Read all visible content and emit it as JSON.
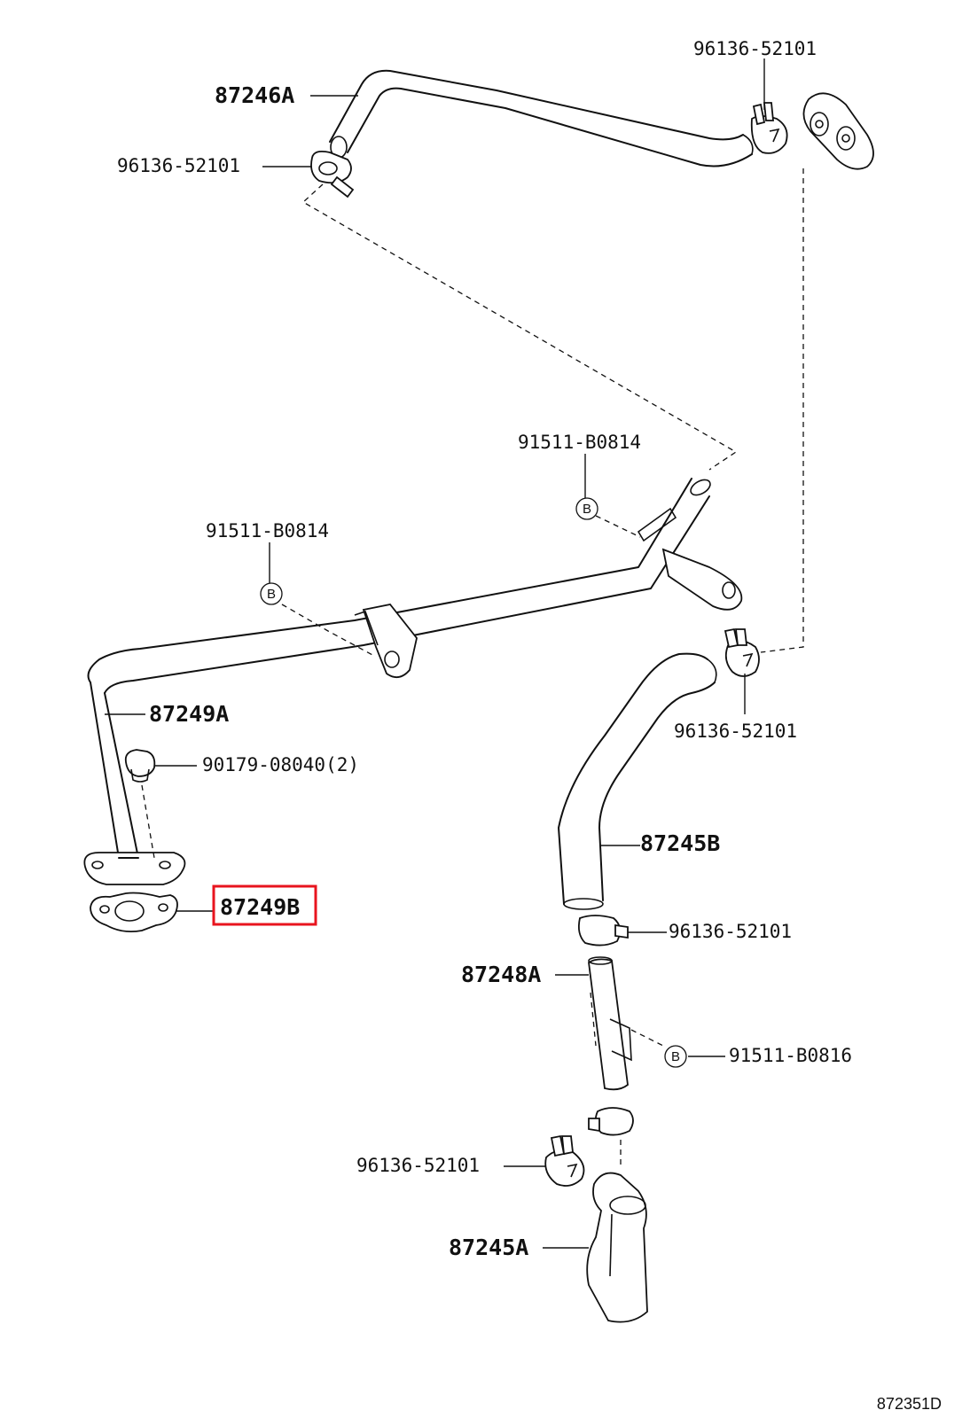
{
  "labels": {
    "p87246A": "87246A",
    "c96136_top_right": "96136-52101",
    "c96136_top_left": "96136-52101",
    "b91511_upper": "91511-B0814",
    "b91511_left": "91511-B0814",
    "p87249A": "87249A",
    "bolt90179": "90179-08040(2)",
    "p87249B": "87249B",
    "c96136_mid_right": "96136-52101",
    "p87245B": "87245B",
    "c96136_lower_right": "96136-52101",
    "p87248A": "87248A",
    "b91511_lower": "91511-B0816",
    "c96136_bottom_left": "96136-52101",
    "p87245A": "87245A",
    "figure_code": "872351D"
  },
  "callout_letter": "B",
  "highlighted_part": "87249B",
  "colors": {
    "line": "#111111",
    "highlight": "#e8141e",
    "background": "#ffffff"
  }
}
